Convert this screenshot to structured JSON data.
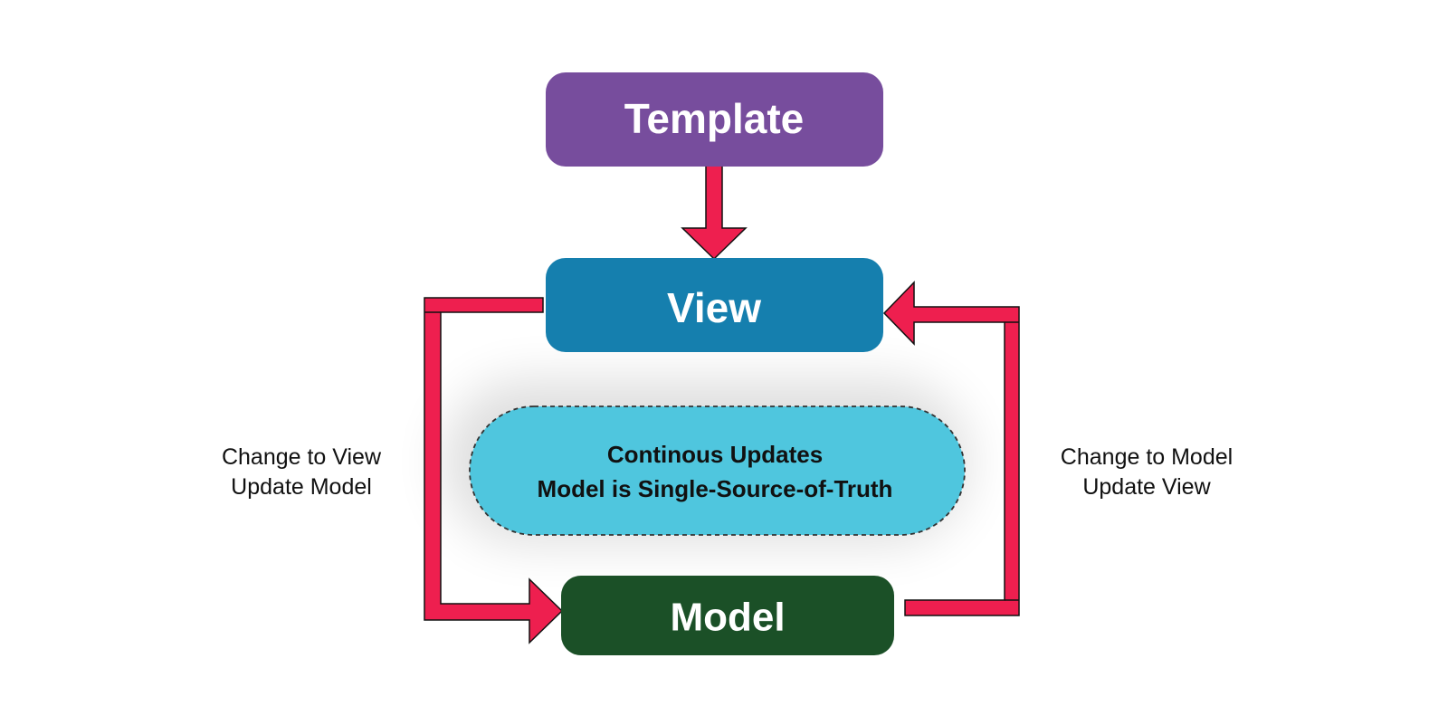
{
  "nodes": {
    "template": {
      "label": "Template",
      "color": "#774d9d"
    },
    "view": {
      "label": "View",
      "color": "#157fae"
    },
    "model": {
      "label": "Model",
      "color": "#1b5027"
    }
  },
  "center": {
    "line1": "Continous Updates",
    "line2": "Model is Single-Source-of-Truth",
    "color": "#4fc6de"
  },
  "left_label": {
    "line1": "Change to View",
    "line2": "Update Model"
  },
  "right_label": {
    "line1": "Change to Model",
    "line2": "Update View"
  },
  "arrow_color": "#ee1f4f"
}
